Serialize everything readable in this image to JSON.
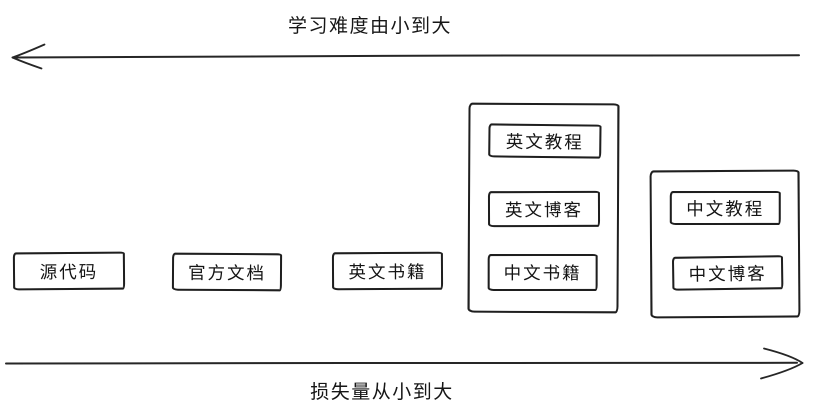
{
  "diagram": {
    "top_axis_label": "学习难度由小到大",
    "bottom_axis_label": "损失量从小到大",
    "standalone_items": [
      {
        "label": "源代码"
      },
      {
        "label": "官方文档"
      },
      {
        "label": "英文书籍"
      }
    ],
    "group_english": {
      "items": [
        {
          "label": "英文教程"
        },
        {
          "label": "英文博客"
        },
        {
          "label": "中文书籍"
        }
      ]
    },
    "group_chinese": {
      "items": [
        {
          "label": "中文教程"
        },
        {
          "label": "中文博客"
        }
      ]
    },
    "icons": {
      "left_arrow": "arrow-left-icon",
      "right_arrow": "arrow-right-icon"
    },
    "colors": {
      "stroke": "#1f1f1f",
      "background": "#ffffff"
    }
  }
}
